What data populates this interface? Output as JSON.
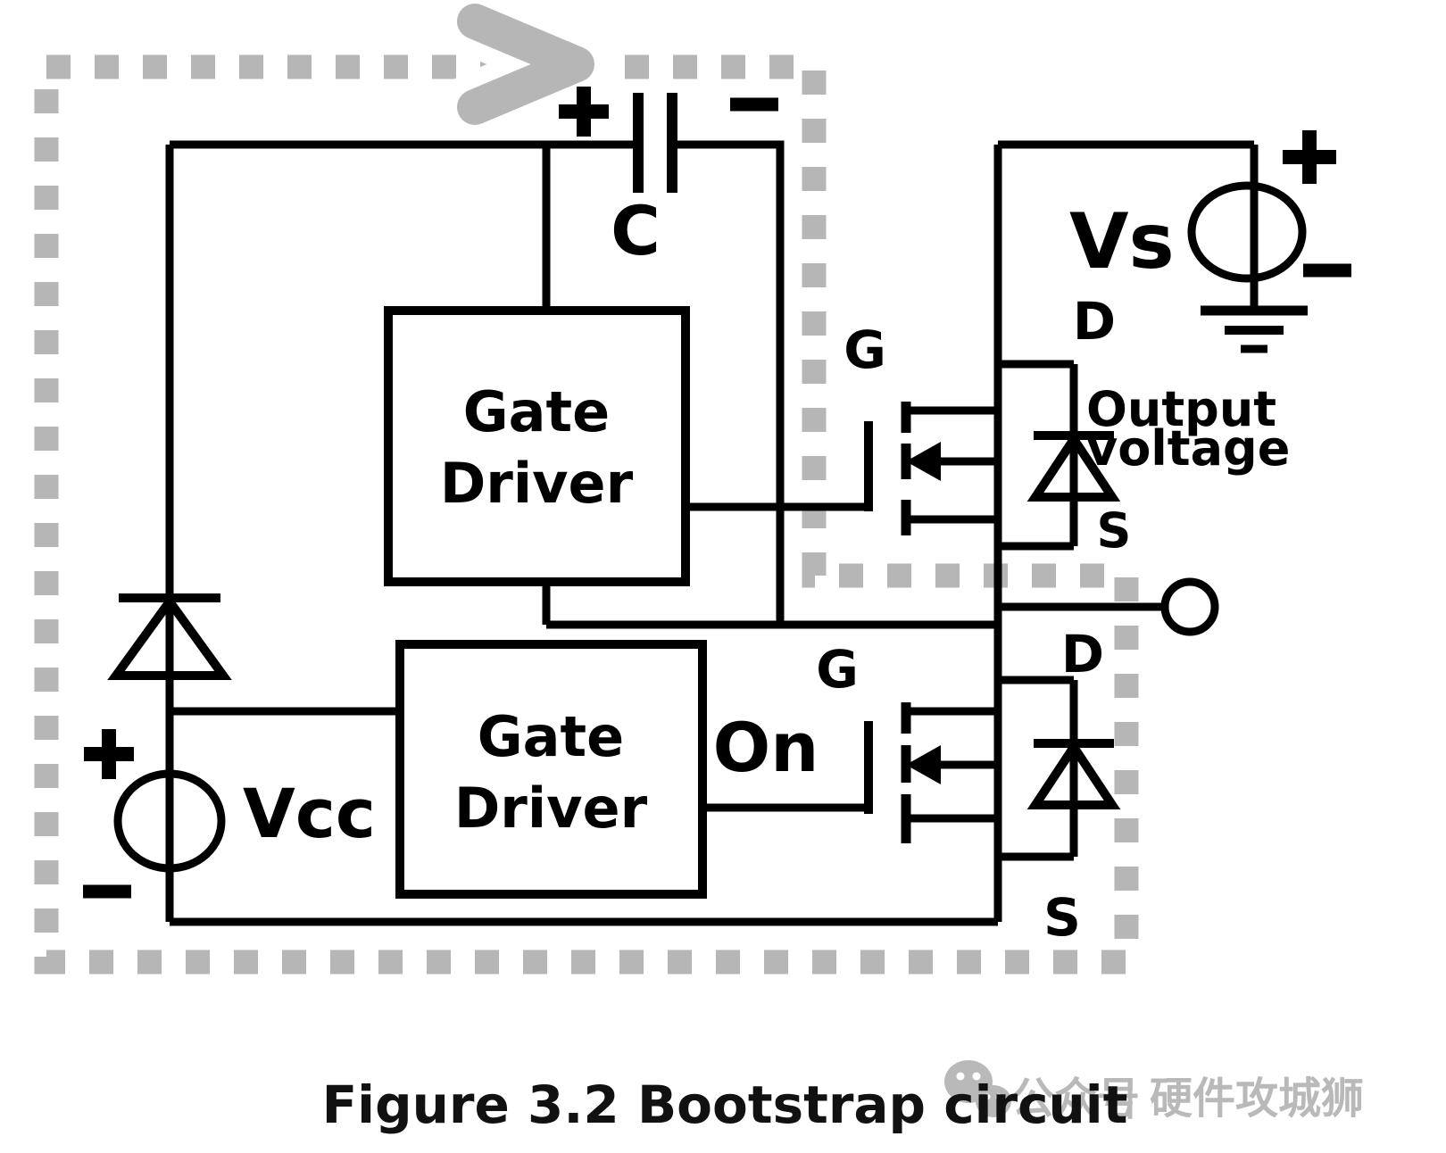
{
  "caption": "Figure 3.2 Bootstrap circuit",
  "colors": {
    "wire": "#000000",
    "loop": "#b6b6b6",
    "watermark": "#b9b9b9",
    "caption_text": "#111111",
    "background": "#ffffff"
  },
  "capacitor": {
    "label": "C",
    "plus": "+",
    "minus": "−"
  },
  "sources": {
    "vcc": {
      "label": "Vcc",
      "plus": "+",
      "minus": "−"
    },
    "vs": {
      "label": "Vs",
      "plus": "+",
      "minus": "−"
    }
  },
  "drivers": {
    "high_side": {
      "line1": "Gate",
      "line2": "Driver"
    },
    "low_side": {
      "line1": "Gate",
      "line2": "Driver"
    }
  },
  "signals": {
    "on_label": "On"
  },
  "mosfets": {
    "high_side": {
      "gate": "G",
      "drain": "D",
      "source": "S"
    },
    "low_side": {
      "gate": "G",
      "drain": "D",
      "source": "S"
    }
  },
  "output": {
    "line1": "Output",
    "line2": "voltage"
  },
  "watermark": {
    "platform": "公众号",
    "separator": "|",
    "account": "硬件攻城狮"
  },
  "icons": {
    "loop-arrow-icon": "chevron-right",
    "ground-icon": "earth-ground",
    "output-terminal-icon": "open-circle",
    "wechat-icon": "chat-bubbles"
  }
}
